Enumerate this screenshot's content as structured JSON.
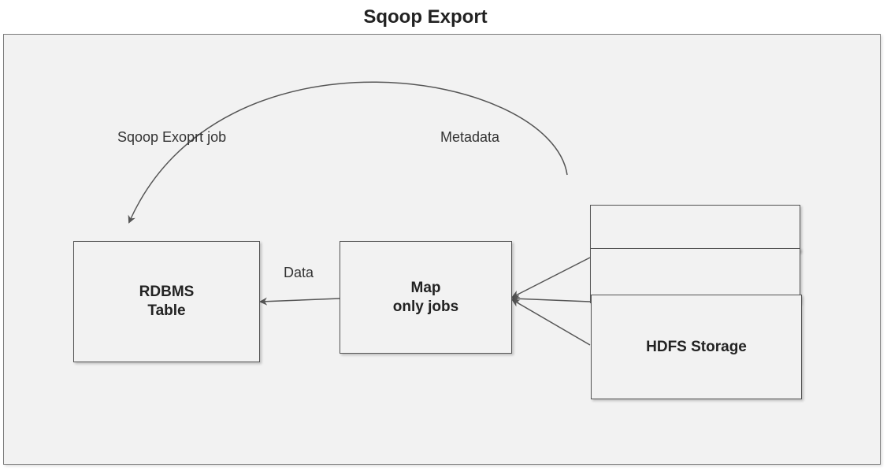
{
  "title": "Sqoop Export",
  "nodes": {
    "rdbms": {
      "line1": "RDBMS",
      "line2": "Table"
    },
    "map": {
      "line1": "Map",
      "line2": "only jobs"
    },
    "hdfs": {
      "label": "HDFS Storage"
    }
  },
  "edge_labels": {
    "export_job": "Sqoop Exoprt job",
    "metadata": "Metadata",
    "data": "Data"
  },
  "colors": {
    "frame_fill": "#f2f2f2",
    "stroke": "#555555",
    "text": "#222222"
  }
}
